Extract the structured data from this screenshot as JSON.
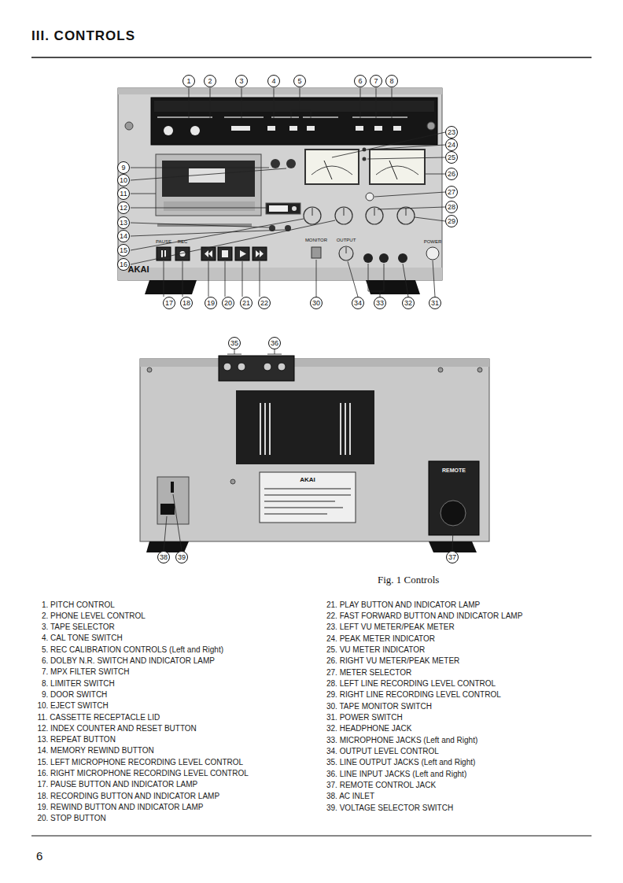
{
  "diagram": {
    "title": "III. CONTROLS",
    "caption": "Fig. 1 Controls",
    "nodes": [
      {
        "text": [
          "1"
        ]
      },
      {
        "text": [
          "2"
        ]
      },
      {
        "text": [
          "3"
        ]
      },
      {
        "text": [
          "4"
        ]
      },
      {
        "text": [
          "5"
        ]
      },
      {
        "text": [
          "6"
        ]
      },
      {
        "text": [
          "7"
        ]
      },
      {
        "text": [
          "8"
        ]
      },
      {
        "text": [
          "9"
        ]
      },
      {
        "text": [
          "10"
        ]
      },
      {
        "text": [
          "11"
        ]
      },
      {
        "text": [
          "12"
        ]
      },
      {
        "text": [
          "13"
        ]
      },
      {
        "text": [
          "14"
        ]
      },
      {
        "text": [
          "15"
        ]
      },
      {
        "text": [
          "16"
        ]
      },
      {
        "text": [
          "17"
        ]
      },
      {
        "text": [
          "18"
        ]
      },
      {
        "text": [
          "19"
        ]
      },
      {
        "text": [
          "20"
        ]
      },
      {
        "text": [
          "21"
        ]
      },
      {
        "text": [
          "22"
        ]
      },
      {
        "text": [
          "23"
        ]
      },
      {
        "text": [
          "24"
        ]
      },
      {
        "text": [
          "25"
        ]
      },
      {
        "text": [
          "26"
        ]
      },
      {
        "text": [
          "27"
        ]
      },
      {
        "text": [
          "28"
        ]
      },
      {
        "text": [
          "29"
        ]
      },
      {
        "text": [
          "30"
        ]
      },
      {
        "text": [
          "31"
        ]
      },
      {
        "text": [
          "32"
        ]
      },
      {
        "text": [
          "33"
        ]
      },
      {
        "text": [
          "34"
        ]
      },
      {
        "text": [
          "35"
        ]
      },
      {
        "text": [
          "36"
        ]
      },
      {
        "text": [
          "37"
        ]
      },
      {
        "text": [
          "38"
        ]
      },
      {
        "text": [
          "39"
        ]
      }
    ],
    "edges": [],
    "labels": [
      "1. PITCH CONTROL",
      "2. PHONE LEVEL CONTROL",
      "3. TAPE SELECTOR",
      "4. CAL TONE SWITCH",
      "5. REC CALIBRATION CONTROLS (Left and Right)",
      "6. DOLBY N.R. SWITCH AND INDICATOR LAMP",
      "7. MPX FILTER SWITCH",
      "8. LIMITER SWITCH",
      "9. DOOR SWITCH",
      "10. EJECT SWITCH",
      "11. CASSETTE RECEPTACLE LID",
      "12. INDEX COUNTER AND RESET BUTTON",
      "13. REPEAT BUTTON",
      "14. MEMORY REWIND BUTTON",
      "15. LEFT MICROPHONE RECORDING LEVEL CONTROL",
      "16. RIGHT MICROPHONE RECORDING LEVEL CONTROL",
      "17. PAUSE BUTTON AND INDICATOR LAMP",
      "18. RECORDING BUTTON AND INDICATOR LAMP",
      "19. REWIND BUTTON AND INDICATOR LAMP",
      "20. STOP BUTTON",
      "21. PLAY BUTTON AND INDICATOR LAMP",
      "22. FAST FORWARD BUTTON AND INDICATOR LAMP",
      "23. LEFT VU METER/PEAK METER",
      "24. PEAK METER INDICATOR",
      "25. VU METER INDICATOR",
      "26. RIGHT VU METER/PEAK METER",
      "27. METER SELECTOR",
      "28. LEFT LINE RECORDING LEVEL CONTROL",
      "29. RIGHT LINE RECORDING LEVEL CONTROL",
      "30. TAPE MONITOR SWITCH",
      "31. POWER SWITCH",
      "32. HEADPHONE JACK",
      "33. MICROPHONE JACKS (Left and Right)",
      "34. OUTPUT LEVEL CONTROL",
      "35. LINE OUTPUT JACKS (Left and Right)",
      "36. LINE INPUT JACKS (Left and Right)",
      "37. REMOTE CONTROL JACK",
      "38. AC INLET",
      "39. VOLTAGE SELECTOR SWITCH",
      "AKAI",
      "PAUSE",
      "REC",
      "MONITOR",
      "OUTPUT",
      "POWER",
      "AKAI",
      "REMOTE",
      "6"
    ]
  }
}
